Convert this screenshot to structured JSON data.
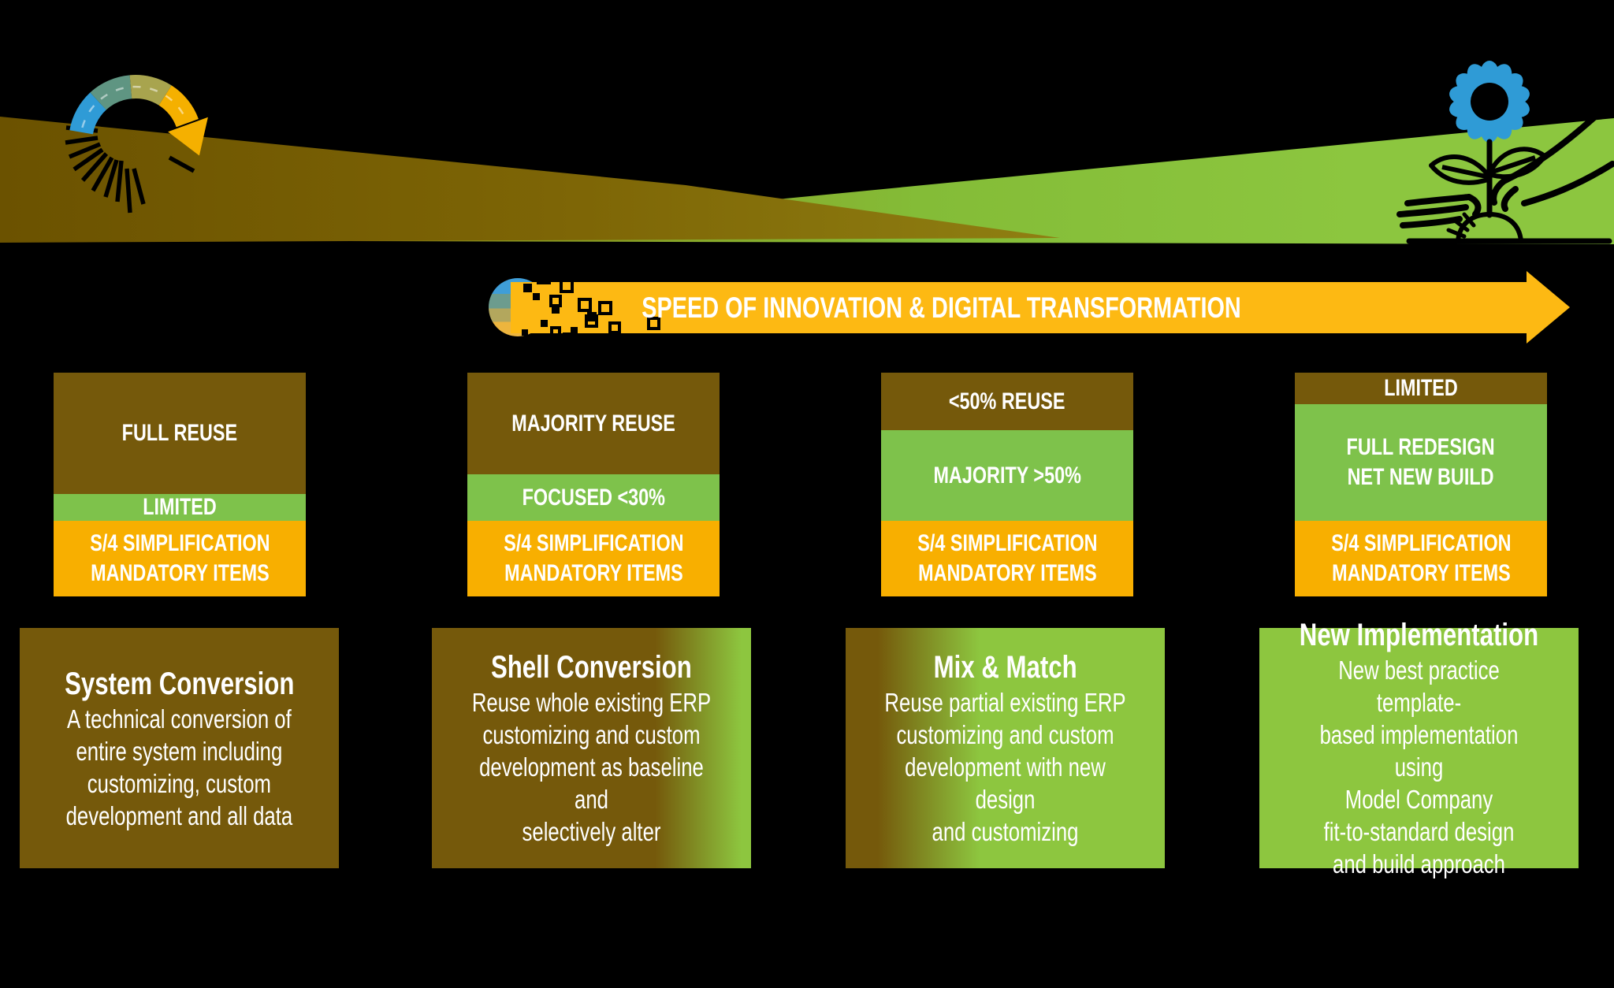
{
  "arrow": {
    "label": "SPEED OF INNOVATION & DIGITAL TRANSFORMATION"
  },
  "columns": [
    {
      "reuse_label": "FULL REUSE",
      "target_label": "LIMITED",
      "mandatory_label": "S/4 SIMPLIFICATION\nMANDATORY ITEMS"
    },
    {
      "reuse_label": "MAJORITY REUSE",
      "target_label": "FOCUSED <30%",
      "mandatory_label": "S/4 SIMPLIFICATION\nMANDATORY ITEMS"
    },
    {
      "reuse_label": "<50% REUSE",
      "target_label": "MAJORITY >50%",
      "mandatory_label": "S/4 SIMPLIFICATION\nMANDATORY ITEMS"
    },
    {
      "reuse_label": "LIMITED",
      "target_label": "FULL REDESIGN\nNET NEW BUILD",
      "mandatory_label": "S/4 SIMPLIFICATION\nMANDATORY ITEMS"
    }
  ],
  "approaches": [
    {
      "title": "System Conversion",
      "description": "A technical conversion of\nentire system including\ncustomizing, custom\ndevelopment and all data"
    },
    {
      "title": "Shell Conversion",
      "description": "Reuse whole existing ERP\ncustomizing and custom\ndevelopment as baseline and\nselectively alter"
    },
    {
      "title": "Mix & Match",
      "description": "Reuse partial existing ERP\ncustomizing and custom\ndevelopment with new design\nand customizing"
    },
    {
      "title": "New Implementation",
      "description": "New best practice template-\nbased implementation using\nModel Company\nfit-to-standard design\nand build approach"
    }
  ],
  "icons": [
    "curved-transformation-arrow-icon",
    "sunburst-rays-icon",
    "flower-icon",
    "planting-hands-icon",
    "banded-circle-icon",
    "pixel-dissolve-icon",
    "right-arrow-icon"
  ],
  "colors": {
    "background": "#000000",
    "brown": "#75590B",
    "stack_green": "#7EC24B",
    "card_green": "#8DC63F",
    "stack_yellow": "#F8AF00",
    "arrow_yellow": "#FDB913",
    "petal_blue": "#2F9BD6",
    "petal_teal": "#5F998C",
    "petal_olive": "#B2A44C",
    "petal_gold": "#F0A800",
    "text": "#FFFFFF"
  }
}
